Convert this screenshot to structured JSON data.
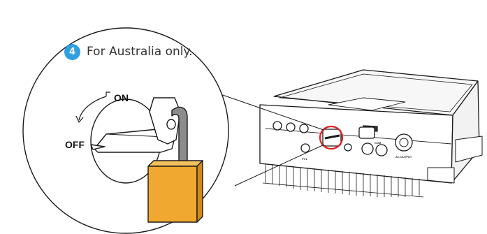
{
  "step": {
    "number": "4",
    "text": "For Australia only."
  },
  "switch_labels": {
    "on": "ON",
    "off": "OFF"
  },
  "device_labels": {
    "pv": "PV1",
    "com": "COM",
    "ac_output": "AC OUTPUT"
  },
  "colors": {
    "badge": "#2f9fe0",
    "padlock": "#f0a830",
    "highlight_ring": "#e02020",
    "line": "#1a1a1a"
  }
}
